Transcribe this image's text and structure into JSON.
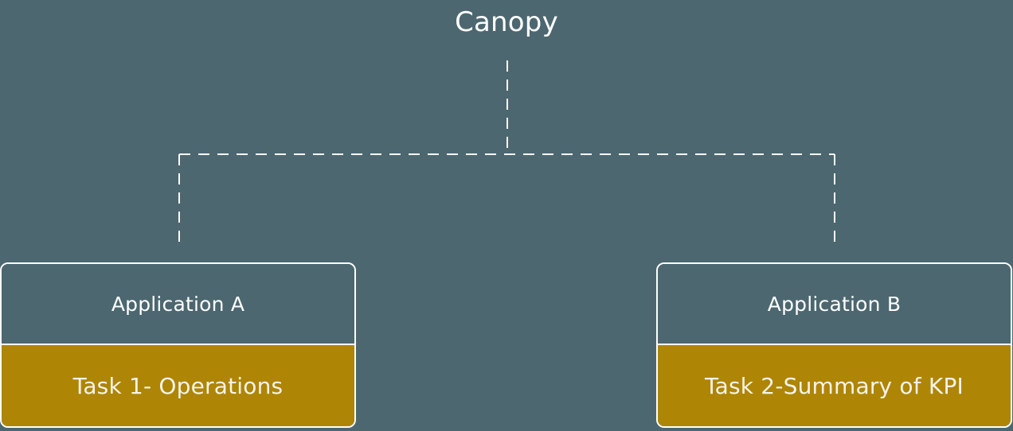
{
  "diagram": {
    "title": "Canopy",
    "background_color": "#4c6770",
    "accent_color": "#ae8505",
    "line_color": "#ffffff",
    "connector_style": "dashed",
    "nodes": [
      {
        "id": "application-a",
        "header": "Application A",
        "task": "Task 1- Operations"
      },
      {
        "id": "application-b",
        "header": "Application B",
        "task": "Task 2-Summary of KPI"
      }
    ]
  }
}
